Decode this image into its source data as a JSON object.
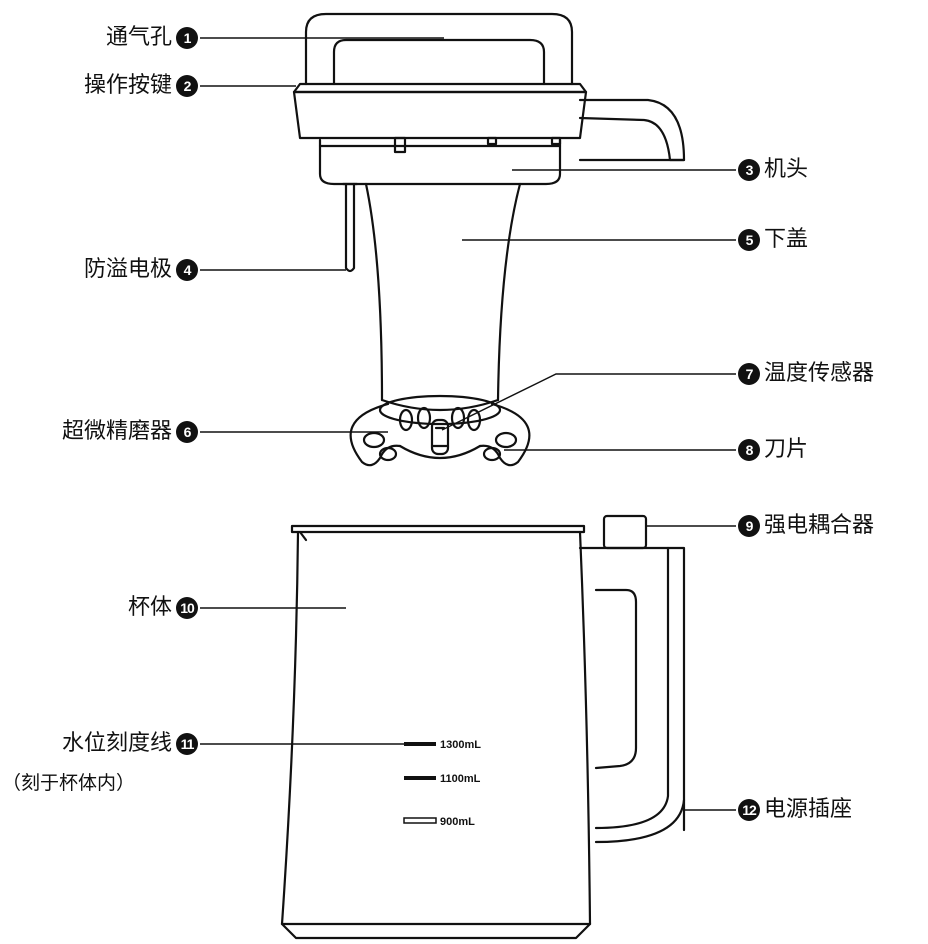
{
  "labels": {
    "p1": {
      "text": "通气孔",
      "num": "1"
    },
    "p2": {
      "text": "操作按键",
      "num": "2"
    },
    "p3": {
      "text": "机头",
      "num": "3"
    },
    "p4": {
      "text": "防溢电极",
      "num": "4"
    },
    "p5": {
      "text": "下盖",
      "num": "5"
    },
    "p6": {
      "text": "超微精磨器",
      "num": "6"
    },
    "p7": {
      "text": "温度传感器",
      "num": "7"
    },
    "p8": {
      "text": "刀片",
      "num": "8"
    },
    "p9": {
      "text": "强电耦合器",
      "num": "9"
    },
    "p10": {
      "text": "杯体",
      "num": "10"
    },
    "p11": {
      "text": "水位刻度线",
      "num": "11",
      "note": "（刻于杯体内）"
    },
    "p12": {
      "text": "电源插座",
      "num": "12"
    }
  },
  "scale_marks": [
    "1300mL",
    "1100mL",
    "900mL"
  ]
}
